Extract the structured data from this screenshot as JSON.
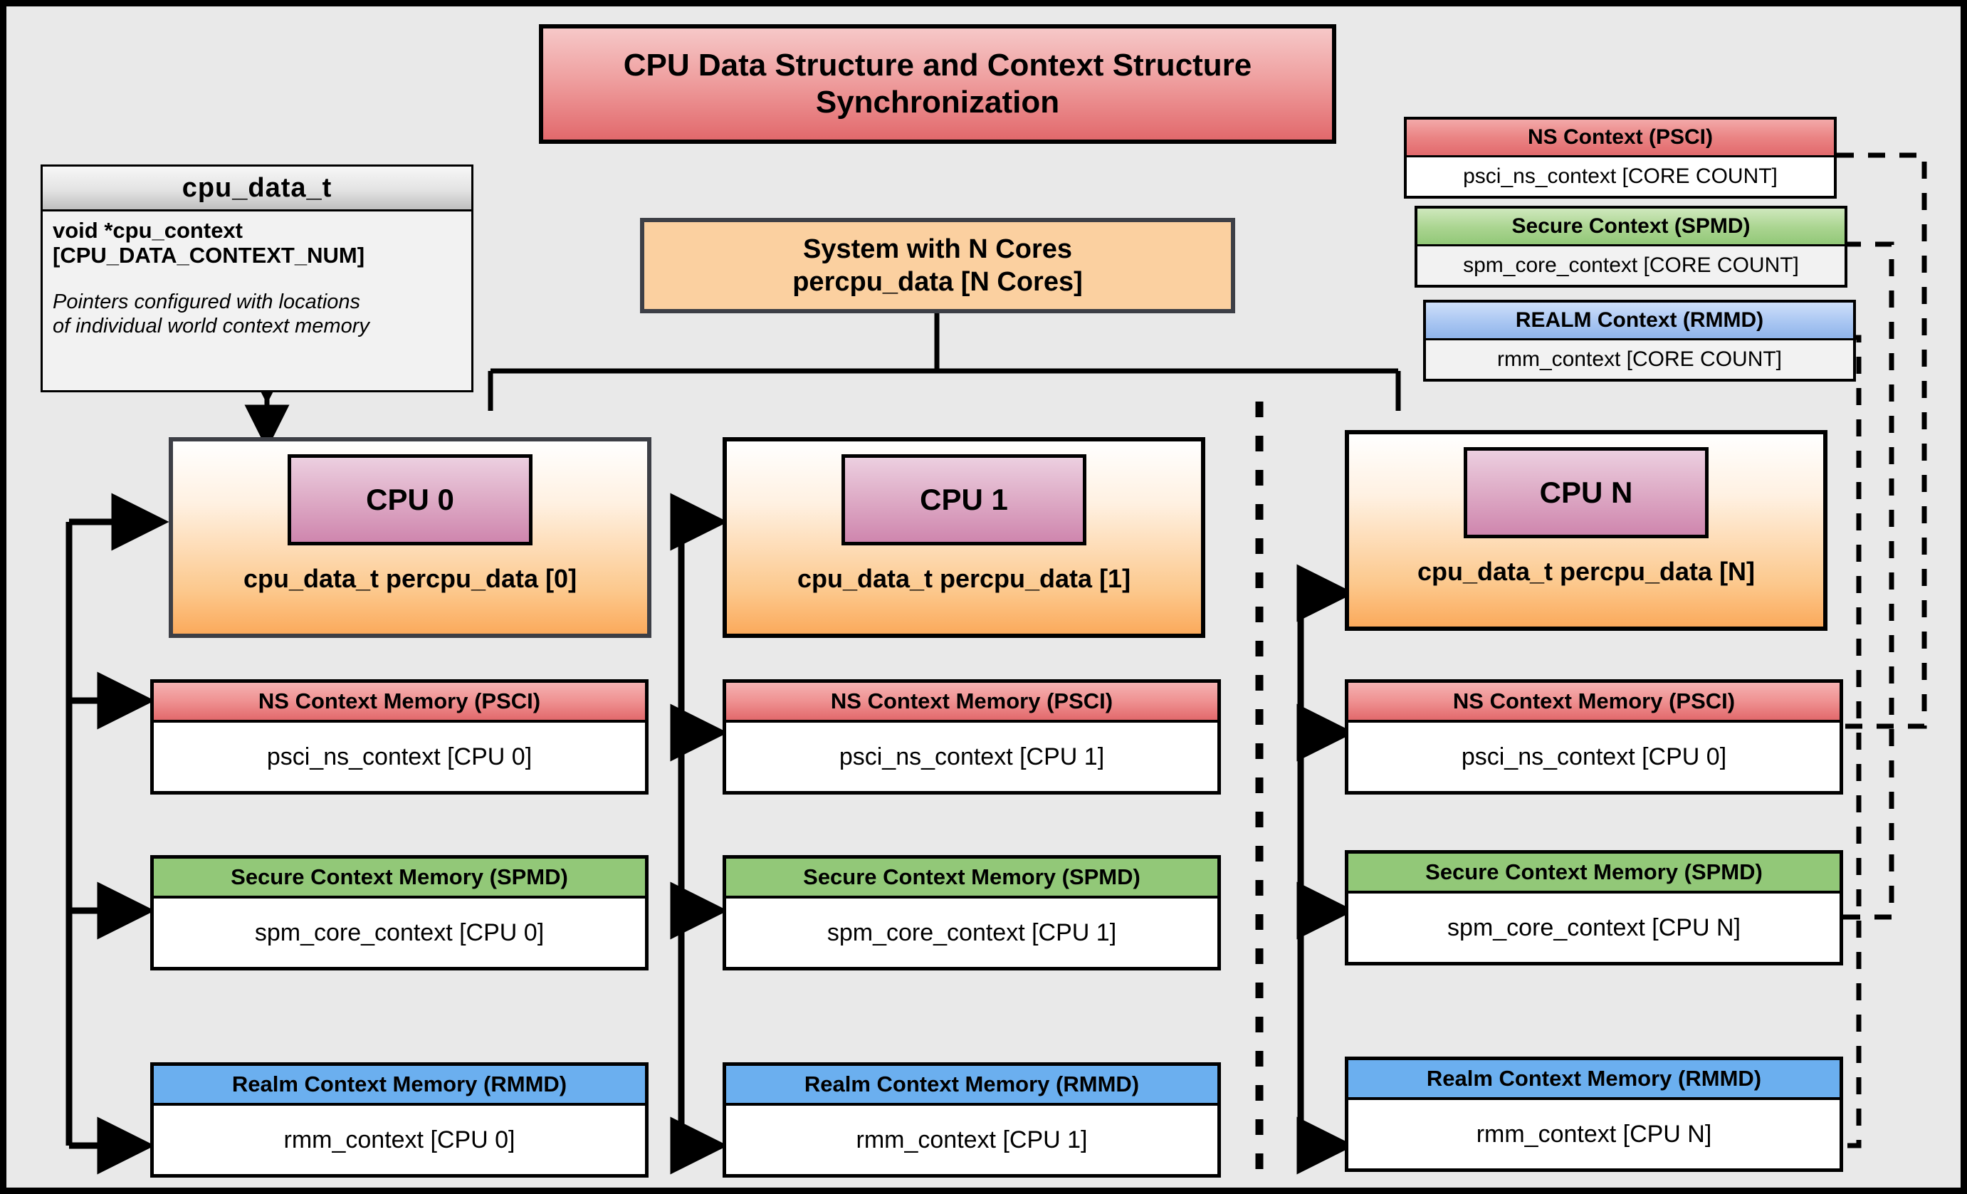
{
  "title": {
    "line1": "CPU Data Structure and Context Structure",
    "line2": "Synchronization"
  },
  "cpu_data_t": {
    "header": "cpu_data_t",
    "field": "void  *cpu_context [CPU_DATA_CONTEXT_NUM]",
    "field_line1": "void  *cpu_context",
    "field_line2": "[CPU_DATA_CONTEXT_NUM]",
    "note_line1": "Pointers configured with locations",
    "note_line2": "of individual world context memory"
  },
  "system": {
    "line1": "System with N Cores",
    "line2": "percpu_data [N Cores]"
  },
  "global_contexts": [
    {
      "header": "NS Context  (PSCI)",
      "value": "psci_ns_context [CORE COUNT]",
      "color": "#e2696c",
      "kind": "ns"
    },
    {
      "header": "Secure Context (SPMD)",
      "value": "spm_core_context [CORE COUNT]",
      "color": "#92c878",
      "kind": "secure"
    },
    {
      "header": "REALM Context (RMMD)",
      "value": "rmm_context [CORE COUNT]",
      "color": "#8fb4ea",
      "kind": "realm"
    }
  ],
  "cpus": [
    {
      "chip": "CPU 0",
      "label": "cpu_data_t percpu_data [0]",
      "memories": [
        {
          "header": "NS Context Memory (PSCI)",
          "value": "psci_ns_context [CPU 0]",
          "kind": "ns"
        },
        {
          "header": "Secure Context Memory (SPMD)",
          "value": "spm_core_context [CPU 0]",
          "kind": "secure"
        },
        {
          "header": "Realm Context Memory (RMMD)",
          "value": "rmm_context [CPU 0]",
          "kind": "realm"
        }
      ]
    },
    {
      "chip": "CPU 1",
      "label": "cpu_data_t percpu_data [1]",
      "memories": [
        {
          "header": "NS Context Memory (PSCI)",
          "value": "psci_ns_context [CPU 1]",
          "kind": "ns"
        },
        {
          "header": "Secure Context Memory (SPMD)",
          "value": "spm_core_context [CPU 1]",
          "kind": "secure"
        },
        {
          "header": "Realm Context Memory (RMMD)",
          "value": "rmm_context [CPU 1]",
          "kind": "realm"
        }
      ]
    },
    {
      "chip": "CPU N",
      "label": "cpu_data_t percpu_data [N]",
      "memories": [
        {
          "header": "NS Context Memory (PSCI)",
          "value": "psci_ns_context [CPU 0]",
          "kind": "ns"
        },
        {
          "header": "Secure Context Memory (SPMD)",
          "value": "spm_core_context [CPU N]",
          "kind": "secure"
        },
        {
          "header": "Realm Context Memory (RMMD)",
          "value": "rmm_context [CPU N]",
          "kind": "realm"
        }
      ]
    }
  ],
  "colors": {
    "ns_red": "#e2696c",
    "secure_green": "#92c878",
    "realm_blue": "#6bafef",
    "cpu_orange": "#fbaa5c",
    "cpu_chip_pink": "#cf86ae",
    "background": "#e9e9e9",
    "frame": "#000000"
  }
}
